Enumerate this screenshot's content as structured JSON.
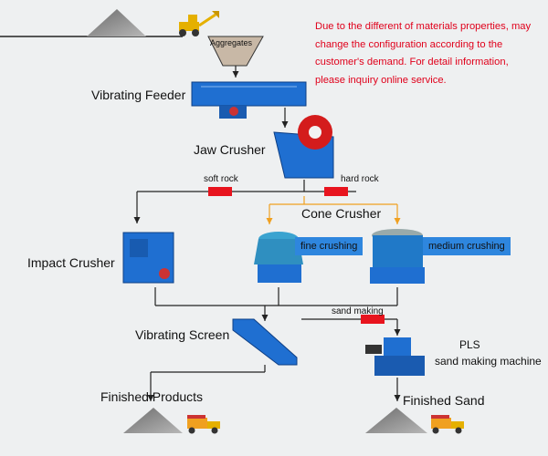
{
  "note": {
    "lines": [
      "Due to the different of materials properties, may",
      "change the configuration according to the",
      "customer's demand. For detail information,",
      "please inquiry online service."
    ]
  },
  "labels": {
    "aggregates": "Aggregates",
    "vibrating_feeder": "Vibrating Feeder",
    "jaw_crusher": "Jaw Crusher",
    "soft_rock": "soft rock",
    "hard_rock": "hard rock",
    "cone_crusher": "Cone Crusher",
    "fine_crushing": "fine crushing",
    "medium_crushing": "medium crushing",
    "impact_crusher": "Impact Crusher",
    "vibrating_screen": "Vibrating Screen",
    "sand_making": "sand making",
    "pls": "PLS",
    "sand_making_machine": "sand making machine",
    "finished_products": "Finished Products",
    "finished_sand": "Finished Sand"
  },
  "colors": {
    "machine_blue": "#1f6fd1",
    "valve_red": "#e8141e",
    "flow_line": "#222222",
    "orange_line": "#f0a020",
    "tag_blue": "#2e86de",
    "note_red": "#e0001b",
    "pile_gray": "#8a8a8a"
  },
  "icons": [
    "loader-truck-icon",
    "dump-truck-icon",
    "gravel-pile-icon"
  ]
}
